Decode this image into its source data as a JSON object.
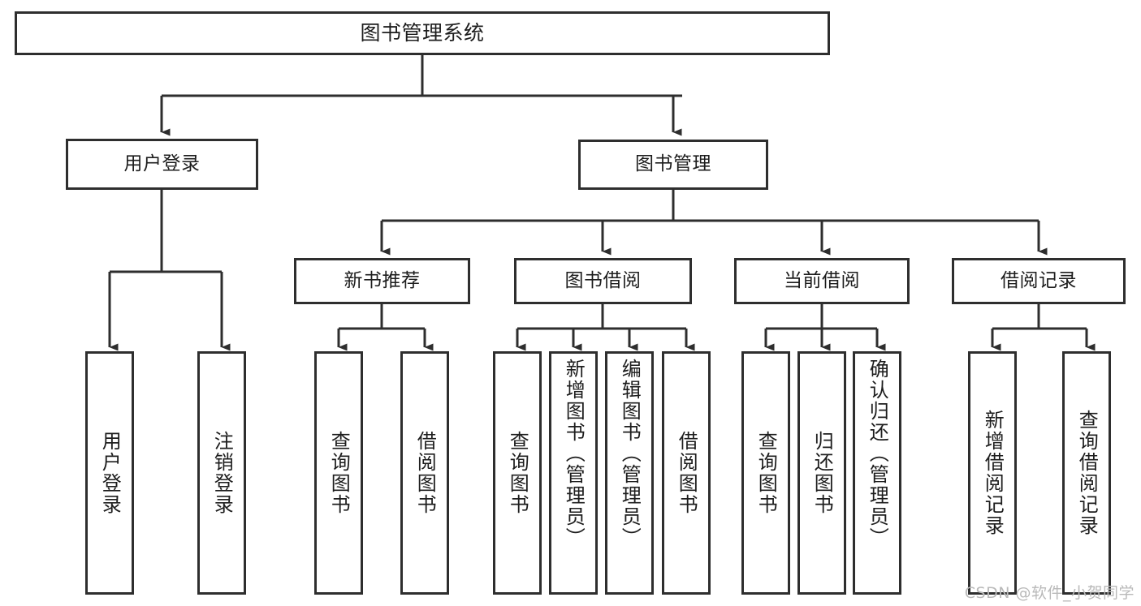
{
  "diagram": {
    "type": "tree-hierarchy-chart",
    "title": "图书管理系统",
    "stroke_color": "#2e2e2e",
    "background_color": "#ffffff",
    "root": {
      "id": "root",
      "label": "图书管理系统",
      "orientation": "horizontal"
    },
    "level1": [
      {
        "id": "user-login",
        "label": "用户登录",
        "orientation": "horizontal"
      },
      {
        "id": "book-manage",
        "label": "图书管理",
        "orientation": "horizontal"
      }
    ],
    "level2": [
      {
        "id": "new-book-recommend",
        "label": "新书推荐",
        "orientation": "horizontal",
        "parent": "book-manage"
      },
      {
        "id": "book-borrow",
        "label": "图书借阅",
        "orientation": "horizontal",
        "parent": "book-manage"
      },
      {
        "id": "current-borrow",
        "label": "当前借阅",
        "orientation": "horizontal",
        "parent": "book-manage"
      },
      {
        "id": "borrow-record",
        "label": "借阅记录",
        "orientation": "horizontal",
        "parent": "book-manage"
      }
    ],
    "leaves": [
      {
        "id": "leaf-user-login",
        "label": "用户登录",
        "parent": "user-login"
      },
      {
        "id": "leaf-user-logout",
        "label": "注销登录",
        "parent": "user-login"
      },
      {
        "id": "leaf-query-book-rec",
        "label": "查询图书",
        "parent": "new-book-recommend"
      },
      {
        "id": "leaf-borrow-book-rec",
        "label": "借阅图书",
        "parent": "new-book-recommend"
      },
      {
        "id": "leaf-query-book-borrow",
        "label": "查询图书",
        "parent": "book-borrow"
      },
      {
        "id": "leaf-add-book",
        "label": "新增图书（管理员）",
        "parent": "book-borrow"
      },
      {
        "id": "leaf-edit-book",
        "label": "编辑图书（管理员）",
        "parent": "book-borrow"
      },
      {
        "id": "leaf-borrow-book",
        "label": "借阅图书",
        "parent": "book-borrow"
      },
      {
        "id": "leaf-query-book-current",
        "label": "查询图书",
        "parent": "current-borrow"
      },
      {
        "id": "leaf-return-book",
        "label": "归还图书",
        "parent": "current-borrow"
      },
      {
        "id": "leaf-confirm-return",
        "label": "确认归还（管理员）",
        "parent": "current-borrow"
      },
      {
        "id": "leaf-add-record",
        "label": "新增借阅记录",
        "parent": "borrow-record"
      },
      {
        "id": "leaf-query-record",
        "label": "查询借阅记录",
        "parent": "borrow-record"
      }
    ]
  },
  "watermark": {
    "text": "CSDN @软件_小贺同学"
  }
}
